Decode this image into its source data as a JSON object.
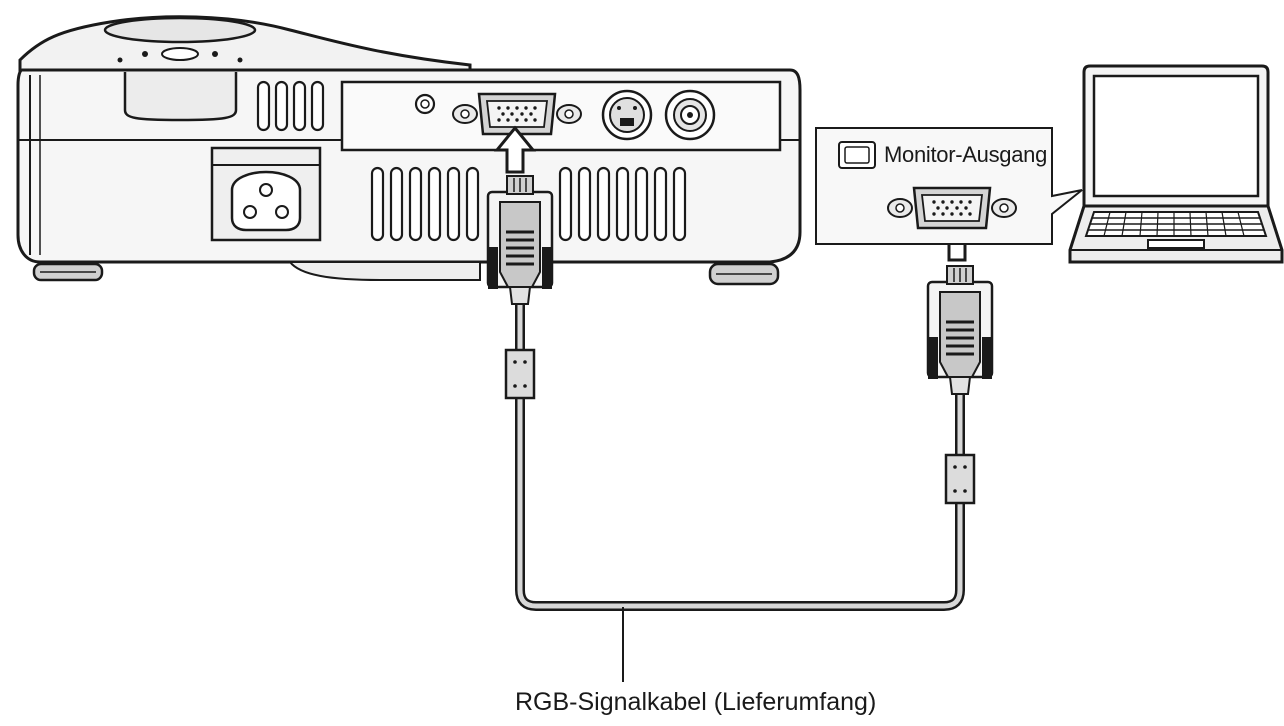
{
  "labels": {
    "monitor_output": "Monitor-Ausgang",
    "cable": "RGB-Signalkabel (Lieferumfang)"
  },
  "icons": [
    "projector",
    "laptop",
    "vga-port",
    "vga-connector",
    "ferrite-core",
    "s-video-port",
    "video-port",
    "ac-inlet",
    "insert-arrow",
    "monitor-icon"
  ],
  "colors": {
    "line": "#1a1a1a",
    "cable_fill": "#d8d8d8",
    "connector_fill": "#c8c8c8",
    "panel_fill": "#e6e6e6",
    "background": "#ffffff"
  }
}
